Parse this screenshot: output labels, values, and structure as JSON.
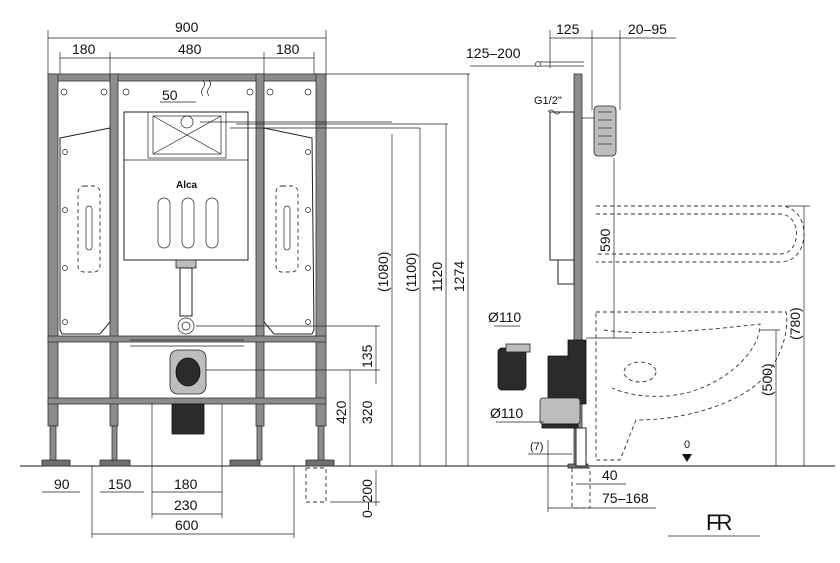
{
  "front_view": {
    "dims_top": {
      "total": "900",
      "left": "180",
      "middle": "480",
      "right": "180",
      "offset": "50"
    },
    "dims_vertical": {
      "d1080": "(1080)",
      "d1100": "(1100)",
      "d1120": "1120",
      "d1274": "1274",
      "d420": "420",
      "d320": "320",
      "d135": "135",
      "d0_200": "0–200"
    },
    "dims_bottom": {
      "d90": "90",
      "d150": "150",
      "d180": "180",
      "d230": "230",
      "d600": "600"
    },
    "brand": "Alca"
  },
  "side_view": {
    "dims_top": {
      "d125": "125",
      "d20_95": "20–95",
      "d125_200": "125–200"
    },
    "thread": "G1/2\"",
    "dims_vertical": {
      "d590": "590",
      "d780": "(780)",
      "d500": "(500)"
    },
    "pipes": {
      "d110_top": "Ø110",
      "d110_bottom": "Ø110"
    },
    "dims_bottom": {
      "d7": "(7)",
      "d40": "40",
      "d75_168": "75–168",
      "zero": "0"
    }
  },
  "logo": {
    "mark": "FR"
  }
}
